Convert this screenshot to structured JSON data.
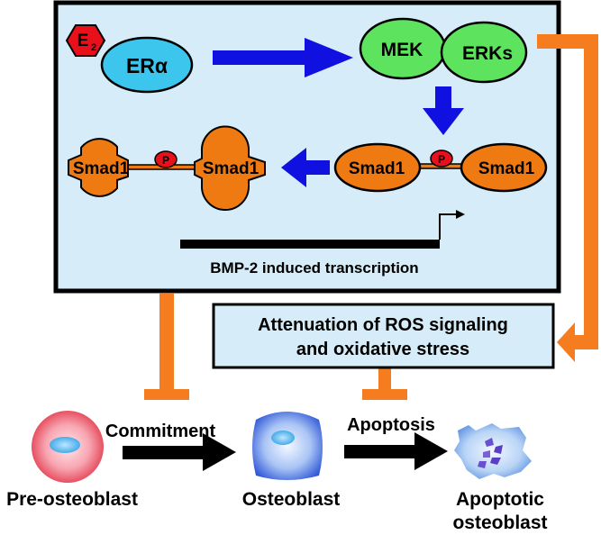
{
  "signaling": {
    "ligand": "E",
    "ligand_sub": "2",
    "receptor": "ERα",
    "mek": "MEK",
    "erks": "ERKs",
    "smad_left": "Smad1",
    "smad_right": "Smad1",
    "phospho": "P",
    "transcription": "BMP-2 induced transcription"
  },
  "ros_box": {
    "line1": "Attenuation of ROS signaling",
    "line2": "and oxidative stress"
  },
  "stages": {
    "pre": "Pre-osteoblast",
    "osteo": "Osteoblast",
    "apoptotic_line1": "Apoptotic",
    "apoptotic_line2": "osteoblast"
  },
  "transitions": {
    "commitment": "Commitment",
    "apoptosis": "Apoptosis"
  },
  "colors": {
    "panel_bg": "#d6ecf8",
    "receptor_fill": "#3cc6ee",
    "mek_erk_fill": "#5ee35e",
    "smad_fill": "#f07a12",
    "inhibitor": "#f57c1f",
    "flow_arrow": "#1010e0",
    "ligand_fill": "#e8111b"
  }
}
